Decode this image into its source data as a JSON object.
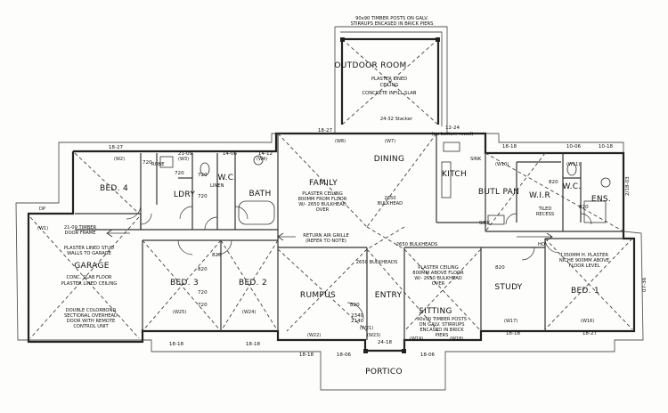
{
  "rooms": {
    "outdoor_room": "OUTDOOR ROOM",
    "family": "FAMILY",
    "dining": "DINING",
    "kitch": "KITCH",
    "butl_pan": "BUTL PAN",
    "wir": "W.I.R",
    "wc_ens": "W.C.",
    "ens": "ENS.",
    "bed4": "BED. 4",
    "ldry": "LDRY",
    "wc": "W.C.",
    "bath": "BATH",
    "garage": "GARAGE",
    "bed3": "BED. 3",
    "bed2": "BED. 2",
    "rumpus": "RUMPUS",
    "entry": "ENTRY",
    "sitting": "SITTING",
    "study": "STUDY",
    "bed1": "BED. 1",
    "portico": "PORTICO"
  },
  "notes": {
    "posts_top": "90x90 TIMBER POSTS ON GALV.",
    "posts_top2": "STIRRUPS ENCASED IN BRICK PIERS",
    "outdoor_ceiling1": "PLASTER LINED",
    "outdoor_ceiling2": "CEILING",
    "outdoor_slab": "CONCRETE INFILL SLAB",
    "stacker": "24-32 Stacker",
    "bottom_rowel": "(no bottom rowel)",
    "family_ceiling1": "PLASTER CEILING",
    "family_ceiling2": "800MM FROM FLOOR",
    "family_ceiling3": "W/- 2650 BULKHEAD",
    "family_ceiling4": "OVER",
    "bulkhead1": "2650",
    "bulkhead2": "BULKHEAD",
    "return_air1": "RETURN AIR GRILLE",
    "return_air2": "(REFER TO NOTE)",
    "bulkheads_left": "2650 BULKHEADS",
    "bulkheads_right": "2650 BULKHEADS",
    "sitting_ceiling1": "PLASTER CEILING",
    "sitting_ceiling2": "800MM ABOVE FLOOR",
    "sitting_ceiling3": "W/- 2650 BULKHEAD",
    "sitting_ceiling4": "OVER",
    "tiled_recess1": "TILED",
    "tiled_recess2": "RECESS",
    "bed1_plaster1": "1350MM H. PLASTER",
    "bed1_plaster2": "NICHE 900MM ABOVE",
    "bed1_plaster3": "FLOOR LEVEL",
    "timber_door_frame1": "21-09 TIMBER",
    "timber_door_frame2": "DOOR FRAME",
    "garage_walls1": "PLASTER LINED STUD",
    "garage_walls2": "WALLS TO GARAGE",
    "garage_floor1": "CONC. SLAB FLOOR",
    "garage_floor2": "PLASTER LINED CEILING",
    "garage_door1": "DOUBLE COLORBOND",
    "garage_door2": "SECTIONAL OVERHEAD",
    "garage_door3": "DOOR WITH REMOTE",
    "garage_door4": "CONTROL UNIT",
    "sitting_posts1": "90x90 TIMBER POSTS",
    "sitting_posts2": "ON GALV. STIRRUPS",
    "sitting_posts3": "ENCASED IN BRICK",
    "sitting_posts4": "PIERS",
    "dp": "DP",
    "sink": "SINK",
    "linen": "LINEN",
    "robe": "ROBE",
    "ho": "HO"
  },
  "dims": {
    "d18_27_left": "18-27",
    "d21_09": "21-09",
    "d14_06": "14-06",
    "d14_12": "14-12",
    "d18_27_fam": "18-27",
    "d12_24": "12-24",
    "d18_18_right": "18-18",
    "d10_06": "10-06",
    "d10_18": "10-18",
    "d18_18_b1": "18-18",
    "d18_18_b2": "18-18",
    "d24_18": "24-18",
    "d18_06": "18-06",
    "d18_06b": "18-06",
    "d18_18_b3": "18-18",
    "d18_18_b4": "18-18",
    "d18_27_b": "18-27",
    "d720_a": "720",
    "d720_b": "720",
    "d720_c": "720",
    "d720_d": "720",
    "d720_e": "720",
    "d720_f": "720",
    "d820_a": "820",
    "d820_b": "820",
    "d820_c": "820",
    "d820_d": "820",
    "d820_e": "820",
    "d820_f": "820",
    "d2340": "2340",
    "d2140": "2140",
    "d07_36": "07-36",
    "d2_18": "2/18-03"
  },
  "window_tags": {
    "w1": "(W1)",
    "w2": "(W2)",
    "w3": "(W3)",
    "w4": "(W4)",
    "w7": "(W7)",
    "w8": "(W8)",
    "w10": "(W10)",
    "w11": "(W11)",
    "w16": "(W16)",
    "w17": "(W17)",
    "w18": "(W18)",
    "w19": "(W19)",
    "w21": "(W21)",
    "w22": "(W22)",
    "w23": "(W23)",
    "w24": "(W24)",
    "w25": "(W25)"
  }
}
